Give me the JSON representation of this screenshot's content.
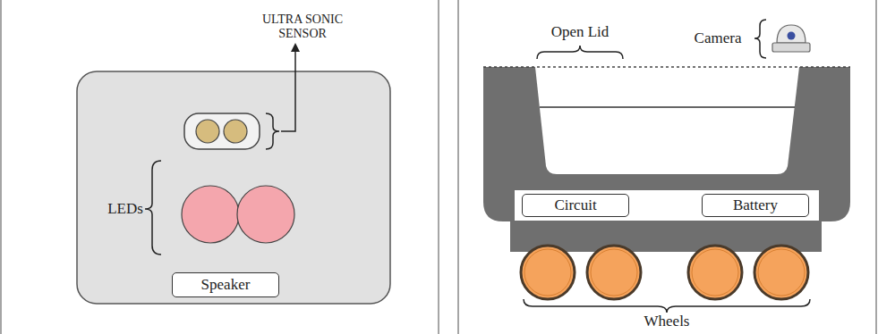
{
  "diagram": {
    "nodes": [
      {
        "text": [
          "Speaker"
        ]
      },
      {
        "text": [
          "Circuit"
        ]
      },
      {
        "text": [
          "Battery"
        ]
      }
    ],
    "labels": [
      "ULTRA SONIC SENSOR",
      "LEDs",
      "Open Lid",
      "Camera",
      "Wheels"
    ]
  }
}
